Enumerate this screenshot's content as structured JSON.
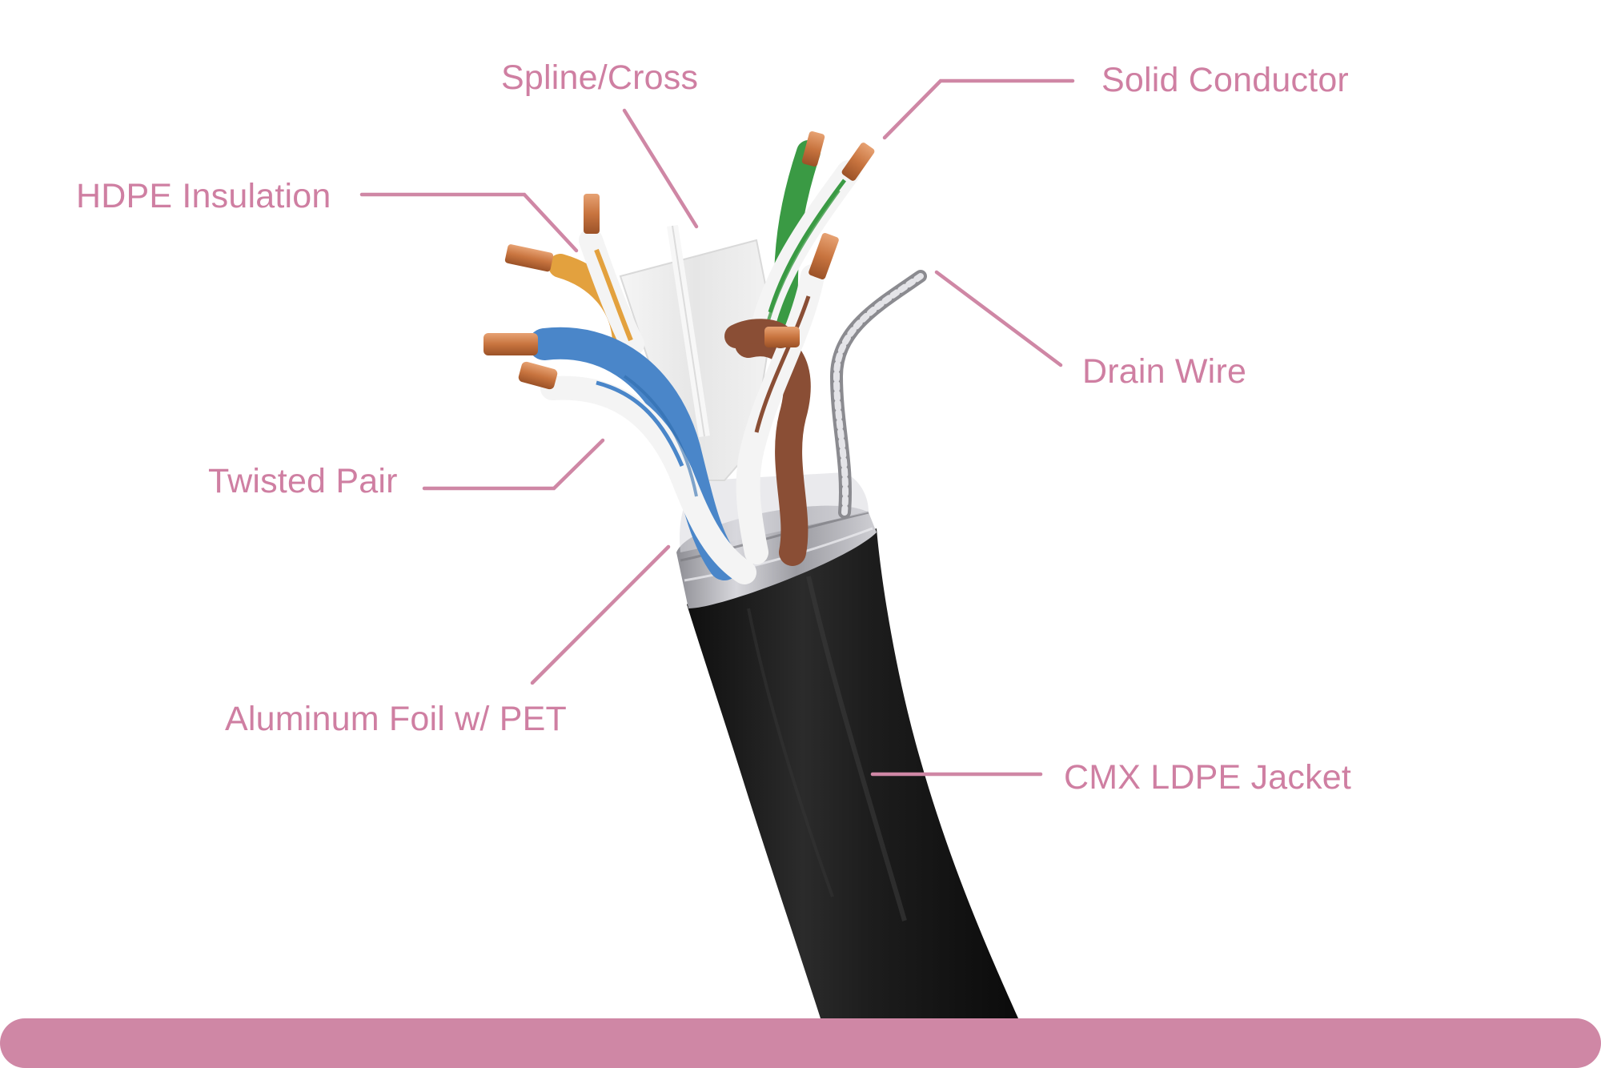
{
  "labels": {
    "spline_cross": "Spline/Cross",
    "solid_conductor": "Solid Conductor",
    "hdpe_insulation": "HDPE Insulation",
    "drain_wire": "Drain Wire",
    "twisted_pair": "Twisted Pair",
    "aluminum_foil": "Aluminum Foil w/ PET",
    "jacket": "CMX LDPE Jacket"
  },
  "colors": {
    "accent_pink": "#cf87a5",
    "label_text": "#cf7fa2",
    "jacket_black": "#1c1c1c",
    "copper": "#c97a45",
    "foil_silver": "#b9b9bd",
    "wire_blue": "#4a86c9",
    "wire_green": "#3a9a44",
    "wire_brown": "#8a4e35",
    "wire_orange": "#e3a13e",
    "spline_white": "#efefef"
  }
}
